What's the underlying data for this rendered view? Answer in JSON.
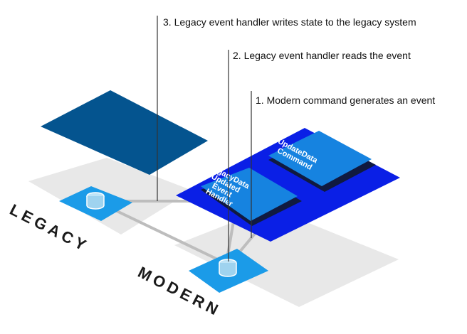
{
  "callouts": {
    "step3": "3. Legacy event handler writes state to the legacy system",
    "step2": "2. Legacy event handler reads the event",
    "step1": "1. Modern command generates an event"
  },
  "regions": {
    "legacy": "LEGACY",
    "modern": "MODERN"
  },
  "components": {
    "command": [
      "UpdateData",
      "Command"
    ],
    "handler": [
      "LegacyData",
      "Updated",
      "Event",
      "Handler"
    ]
  },
  "colors": {
    "legacy_system": "#04548f",
    "modern_system": "#0a1fe6",
    "component_box": "#1683e0",
    "component_shadow": "#101a40",
    "datastore": "#1b9be8",
    "shadow": "#e6e6e6",
    "connector": "#bdbdbd",
    "leader_line": "#333333"
  },
  "icons": {
    "datastore": "database-icon"
  }
}
